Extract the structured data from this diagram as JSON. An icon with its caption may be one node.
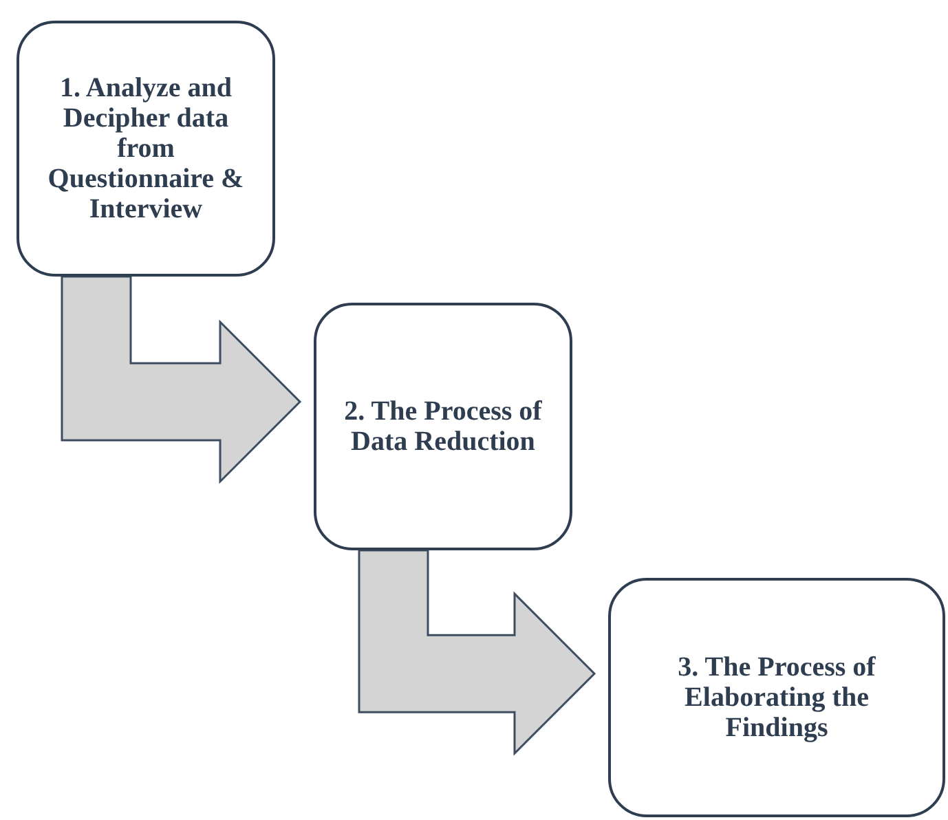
{
  "diagram": {
    "nodes": [
      {
        "text": [
          "1. Analyze and Decipher data from Questionnaire & Interview"
        ]
      },
      {
        "text": [
          "2. The Process of Data Reduction"
        ]
      },
      {
        "text": [
          "3. The Process of Elaborating the Findings"
        ]
      }
    ],
    "edges": [
      {
        "from": 0,
        "to": 1,
        "arrow": "to"
      },
      {
        "from": 1,
        "to": 2,
        "arrow": "to"
      }
    ]
  }
}
